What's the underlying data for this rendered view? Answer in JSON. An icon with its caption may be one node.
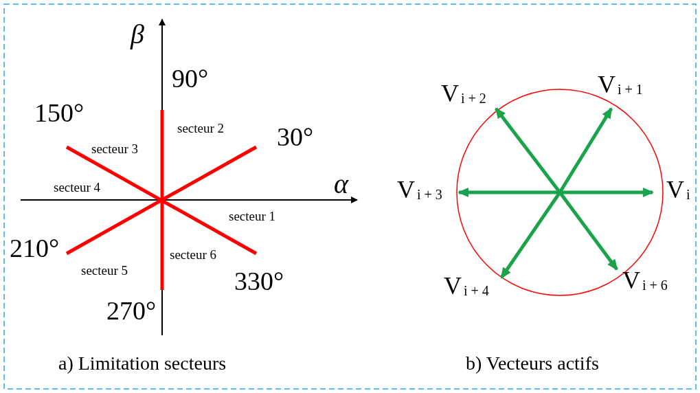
{
  "diagram": {
    "labels": [
      "β",
      "90°",
      "150°",
      "secteur 2",
      "30°",
      "secteur 3",
      "α",
      "secteur 4",
      "secteur 1",
      "210°",
      "secteur 6",
      "secteur 5",
      "330°",
      "270°",
      "V$_{i + 2}$",
      "V$_{i + 1}$",
      "V$_{i + 3}$",
      "V$_{i}$",
      "V$_{i + 4}$",
      "V$_{i + 6}$",
      "a) Limitation secteurs",
      "b) Vecteurs actifs"
    ]
  }
}
